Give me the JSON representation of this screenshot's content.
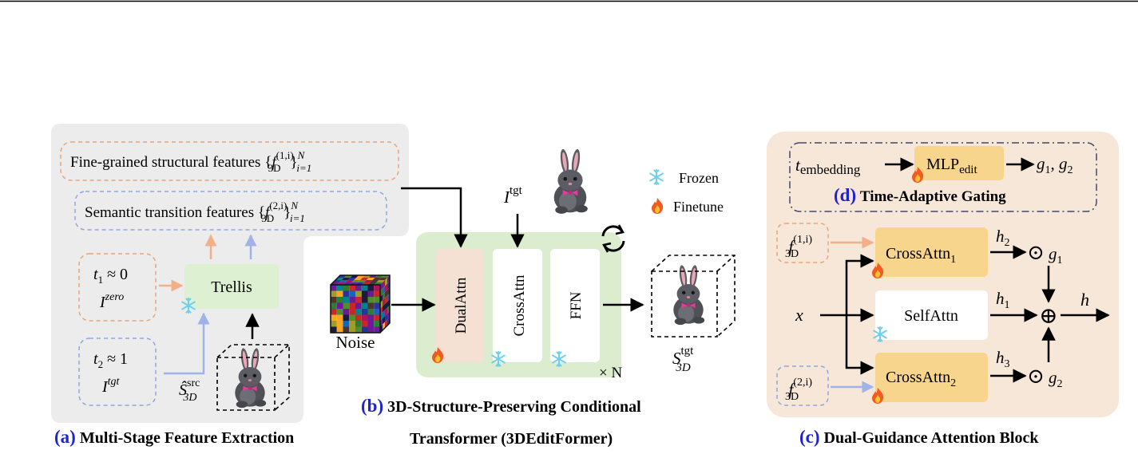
{
  "panel_a": {
    "letter": "(a)",
    "caption": "Multi-Stage Feature Extraction",
    "fine_label": "Fine-grained structural features",
    "fine_math": {
      "open": "{",
      "f": "f",
      "sub": "3D",
      "sup": "(1,i)",
      "close": "}",
      "idx_sub": "i=1",
      "idx_sup": "N"
    },
    "semantic_label": "Semantic transition features",
    "semantic_math": {
      "open": "{",
      "f": "f",
      "sub": "3D",
      "sup": "(2,i)",
      "close": "}",
      "idx_sub": "i=1",
      "idx_sup": "N"
    },
    "t1": {
      "t": "t",
      "sub": "1",
      "approx": " ≈ 0",
      "I": "I",
      "sup": "zero"
    },
    "t2": {
      "t": "t",
      "sub": "2",
      "approx": " ≈ 1",
      "I": "I",
      "sup": "tgt"
    },
    "trellis": "Trellis",
    "src": {
      "S": "Ŝ",
      "sup": "src",
      "sub": "3D"
    }
  },
  "panel_b": {
    "letter": "(b)",
    "caption_line1": "3D-Structure-Preserving Conditional",
    "caption_line2": "Transformer (3DEditFormer)",
    "noise": "Noise",
    "itgt": {
      "I": "I",
      "sup": "tgt"
    },
    "dualattn": "DualAttn",
    "crossattn": "CrossAttn",
    "ffn": "FFN",
    "repeat": "× N",
    "out": {
      "S": "S",
      "sup": "tgt",
      "sub": "3D"
    },
    "legend": [
      {
        "icon": "snowflake-icon",
        "label": "Frozen"
      },
      {
        "icon": "flame-icon",
        "label": "Finetune"
      }
    ]
  },
  "panel_c": {
    "letter": "(c)",
    "caption": "Dual-Guidance Attention Block",
    "f1": {
      "f": "f",
      "sub": "3D",
      "sup": "(1,i)"
    },
    "f2": {
      "f": "f",
      "sub": "3D",
      "sup": "(2,i)"
    },
    "x": "x",
    "ca1": {
      "name": "CrossAttn",
      "sub": "1"
    },
    "self": "SelfAttn",
    "ca2": {
      "name": "CrossAttn",
      "sub": "2"
    },
    "h1": {
      "h": "h",
      "sub": "1"
    },
    "h2": {
      "h": "h",
      "sub": "2"
    },
    "h3": {
      "h": "h",
      "sub": "3"
    },
    "g1": {
      "op": "⊙",
      "g": "g",
      "sub": "1"
    },
    "g2": {
      "op": "⊙",
      "g": "g",
      "sub": "2"
    },
    "oplus": "⊕",
    "h": "h"
  },
  "panel_d": {
    "letter": "(d)",
    "caption": "Time-Adaptive Gating",
    "t_embed": {
      "t": "t",
      "sub": "embedding"
    },
    "mlp": {
      "name": "MLP",
      "sub": "edit"
    },
    "g_out": "g",
    "g_sub1": "1",
    "g_sep": ", ",
    "g_sub2": "2"
  },
  "colors": {
    "panel_a_bg": "#ececec",
    "panel_b_bg": "#dcedcf",
    "panel_c_bg": "#f7e7d8",
    "trellis_fill": "#def0d2",
    "dualattn_fill": "#f4e1d4",
    "cross_fill": "#f7d58c",
    "caption_blue": "#1f24d1",
    "orange_dash": "#e9a57a",
    "blue_dash": "#8ea7e0",
    "orange_arrow": "#f2b08a",
    "blue_arrow": "#9fb3e8",
    "navy_dash": "#3f4a6b"
  }
}
